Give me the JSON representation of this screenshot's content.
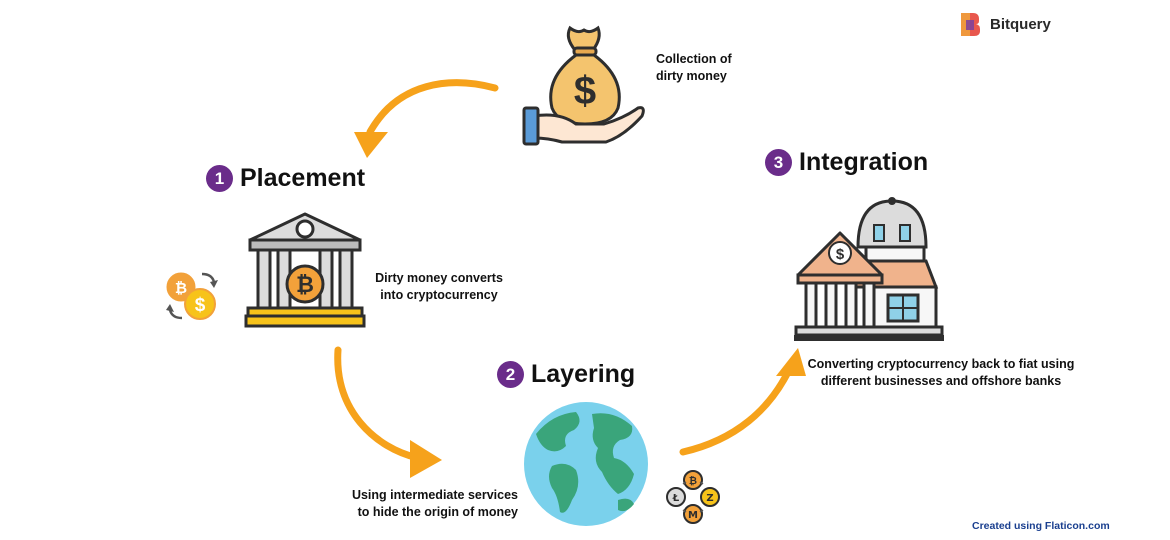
{
  "brand": {
    "name": "Bitquery"
  },
  "credit": "Created using Flaticon.com",
  "colors": {
    "step_number": "#6a2c8a",
    "arrow": "#f6a21b",
    "credit": "#1a3f8f",
    "outline": "#2e2e2e",
    "bank_grey": "#dcdcdc",
    "bag": "#f4c46e",
    "gold": "#f7c31a",
    "orange_coin": "#f2a13a",
    "globe_ocean": "#7ad1ec",
    "globe_land": "#3aa57b",
    "roof": "#f0b38c",
    "window": "#8fd1e8"
  },
  "nodes": {
    "collection": {
      "caption_line1": "Collection of",
      "caption_line2": "dirty money"
    },
    "placement": {
      "number": "1",
      "title": "Placement",
      "caption_line1": "Dirty money converts",
      "caption_line2": "into cryptocurrency"
    },
    "layering": {
      "number": "2",
      "title": "Layering",
      "caption_line1": "Using intermediate services",
      "caption_line2": "to hide the origin of money"
    },
    "integration": {
      "number": "3",
      "title": "Integration",
      "caption_line1": "Converting cryptocurrency back to fiat using",
      "caption_line2": "different businesses and offshore banks"
    }
  },
  "icons": {
    "collection": "money-bag-on-hand-icon",
    "placement": "bank-with-bitcoin-icon",
    "exchange": "coin-exchange-icon",
    "layering": "globe-icon",
    "crypto_mix": "crypto-coins-mix-icon",
    "integration": "offshore-bank-building-icon"
  },
  "glyphs": {
    "dollar": "$",
    "bitcoin": "₿",
    "litecoin": "Ł",
    "zcash": "Z",
    "monero": "M"
  }
}
